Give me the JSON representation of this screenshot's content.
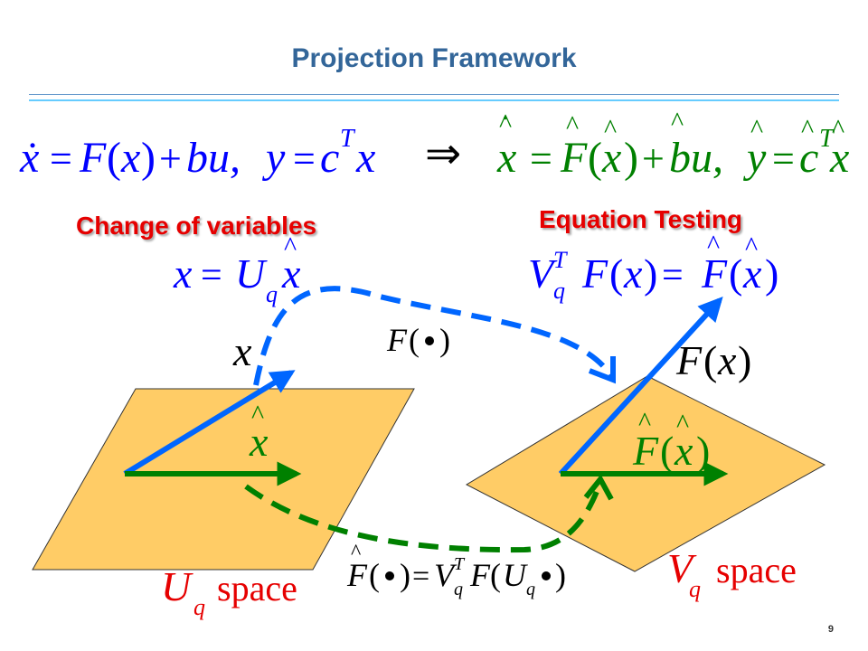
{
  "slide": {
    "title": "Projection Framework",
    "page_number": "9"
  },
  "headings": {
    "change_of_variables": "Change of variables",
    "equation_testing": "Equation Testing"
  },
  "equations": {
    "original_system": "ẋ = F(x) + bu,   y = cᵀx",
    "implies": "⇒",
    "reduced_system": "x̂̇ = F̂(x̂) + b̂u,   ŷ = ĉᵀx̂",
    "change_of_variables": "x = U_q x̂",
    "equation_testing": "V_qᵀ F(x) = F̂(x̂)",
    "map_top": "F(•)",
    "map_bottom": "F̂(•) = V_qᵀ F(U_q •)"
  },
  "labels": {
    "vector_x": "x",
    "vector_xhat": "x̂",
    "vector_Fx": "F(x)",
    "vector_Fhat": "F̂(x̂)",
    "left_space": "U_q space",
    "right_space": "V_q space"
  },
  "colors": {
    "title": "#336699",
    "heading": "#e60000",
    "equation": "#0000ff",
    "reduced_equation": "#008000",
    "plane_fill": "#ffcc66",
    "blue_vector": "#0066ff",
    "green_vector": "#008000",
    "math_text": "#000000"
  }
}
